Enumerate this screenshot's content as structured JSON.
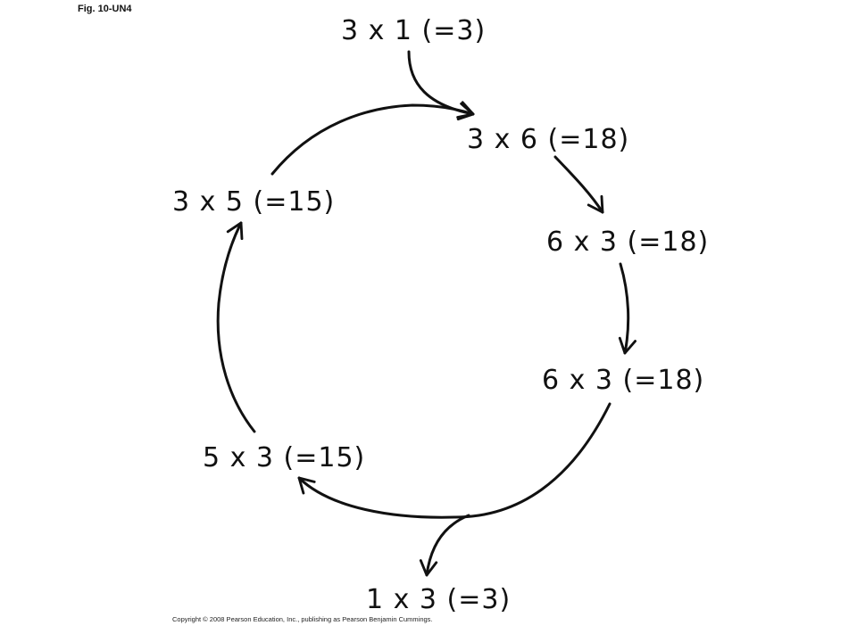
{
  "figure": {
    "label": "Fig. 10-UN4",
    "copyright": "Copyright © 2008 Pearson Education, Inc., publishing as Pearson Benjamin Cummings."
  },
  "cycle": {
    "entry": "3 x 1 (=3)",
    "steps": [
      "3 x 6 (=18)",
      "6 x 3 (=18)",
      "6 x 3 (=18)",
      "5 x 3 (=15)",
      "3 x 5 (=15)"
    ],
    "exit": "1 x 3 (=3)"
  },
  "colors": {
    "ink": "#111111",
    "background": "#ffffff"
  }
}
